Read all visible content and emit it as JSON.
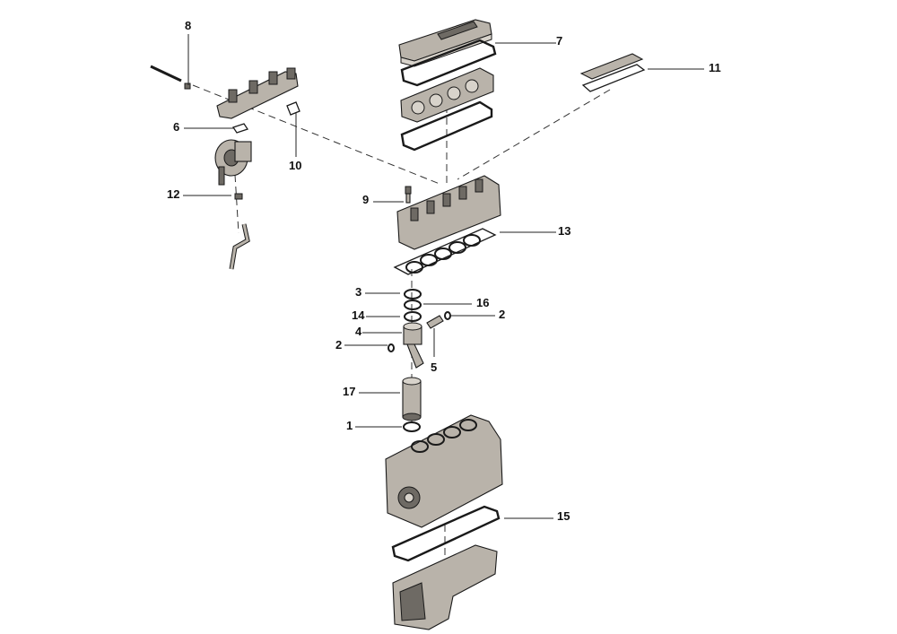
{
  "callouts": [
    {
      "id": "1",
      "text": "1"
    },
    {
      "id": "2a",
      "text": "2"
    },
    {
      "id": "2b",
      "text": "2"
    },
    {
      "id": "3",
      "text": "3"
    },
    {
      "id": "4",
      "text": "4"
    },
    {
      "id": "5",
      "text": "5"
    },
    {
      "id": "6",
      "text": "6"
    },
    {
      "id": "7",
      "text": "7"
    },
    {
      "id": "8",
      "text": "8"
    },
    {
      "id": "9",
      "text": "9"
    },
    {
      "id": "10",
      "text": "10"
    },
    {
      "id": "11",
      "text": "11"
    },
    {
      "id": "12",
      "text": "12"
    },
    {
      "id": "13",
      "text": "13"
    },
    {
      "id": "14",
      "text": "14"
    },
    {
      "id": "15",
      "text": "15"
    },
    {
      "id": "16",
      "text": "16"
    },
    {
      "id": "17",
      "text": "17"
    }
  ],
  "colors": {
    "part_fill": "#b9b3aa",
    "outline": "#1a1a1a",
    "background": "#ffffff"
  }
}
